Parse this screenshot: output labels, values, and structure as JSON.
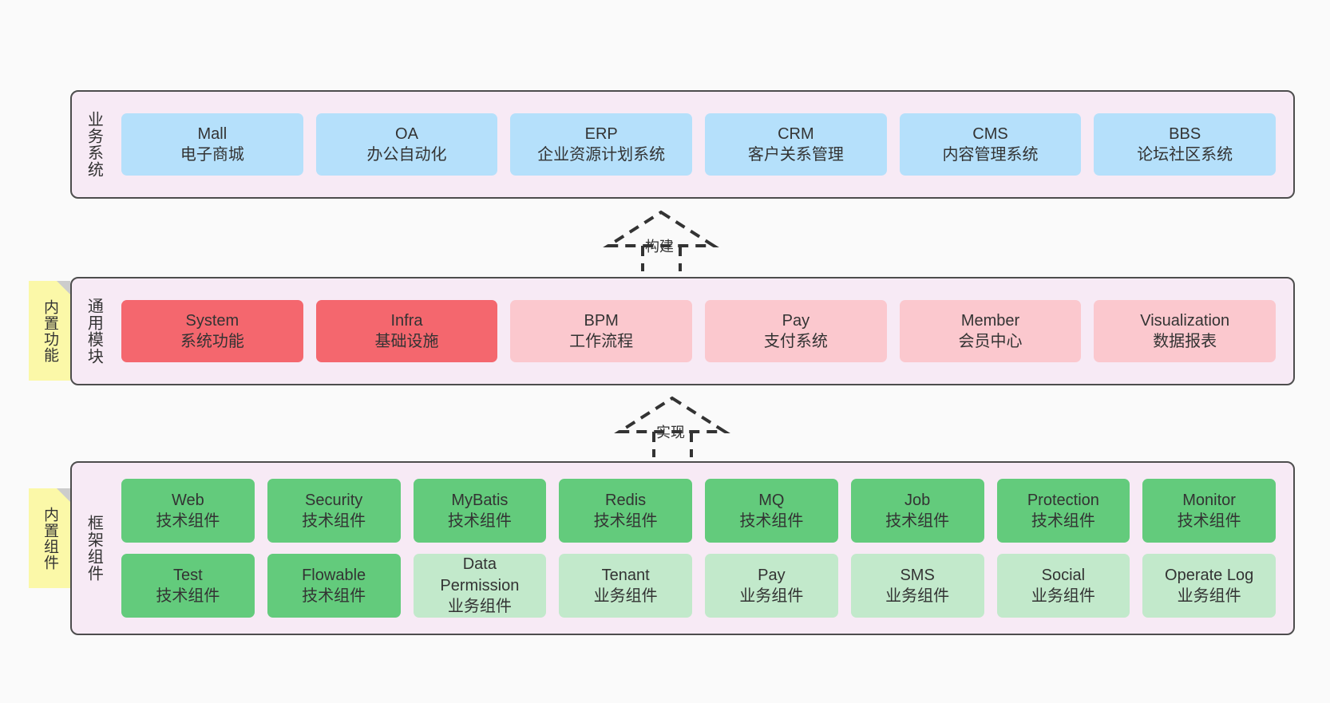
{
  "diagram": {
    "background_color": "#fafafa",
    "panel_color": "#f7eaf5",
    "panel_border_color": "#4d4d4d",
    "sticky_color": "#fbf8a8"
  },
  "layers": [
    {
      "id": "business-systems",
      "title": "业务系统",
      "sticky": null,
      "rows": [
        {
          "boxes": [
            {
              "name": "Mall",
              "desc": "电子商城",
              "color": "#b5e0fb",
              "style": "blue"
            },
            {
              "name": "OA",
              "desc": "办公自动化",
              "color": "#b5e0fb",
              "style": "blue"
            },
            {
              "name": "ERP",
              "desc": "企业资源计划系统",
              "color": "#b5e0fb",
              "style": "blue"
            },
            {
              "name": "CRM",
              "desc": "客户关系管理",
              "color": "#b5e0fb",
              "style": "blue"
            },
            {
              "name": "CMS",
              "desc": "内容管理系统",
              "color": "#b5e0fb",
              "style": "blue"
            },
            {
              "name": "BBS",
              "desc": "论坛社区系统",
              "color": "#b5e0fb",
              "style": "blue"
            }
          ]
        }
      ]
    },
    {
      "id": "common-modules",
      "title": "通用模块",
      "sticky": "内置功能",
      "rows": [
        {
          "boxes": [
            {
              "name": "System",
              "desc": "系统功能",
              "color": "#f4676e",
              "style": "red"
            },
            {
              "name": "Infra",
              "desc": "基础设施",
              "color": "#f4676e",
              "style": "red"
            },
            {
              "name": "BPM",
              "desc": "工作流程",
              "color": "#fbc8ce",
              "style": "pink"
            },
            {
              "name": "Pay",
              "desc": "支付系统",
              "color": "#fbc8ce",
              "style": "pink"
            },
            {
              "name": "Member",
              "desc": "会员中心",
              "color": "#fbc8ce",
              "style": "pink"
            },
            {
              "name": "Visualization",
              "desc": "数据报表",
              "color": "#fbc8ce",
              "style": "pink"
            }
          ]
        }
      ]
    },
    {
      "id": "framework-components",
      "title": "框架组件",
      "sticky": "内置组件",
      "rows": [
        {
          "boxes": [
            {
              "name": "Web",
              "desc": "技术组件",
              "color": "#63cb7c",
              "style": "green"
            },
            {
              "name": "Security",
              "desc": "技术组件",
              "color": "#63cb7c",
              "style": "green"
            },
            {
              "name": "MyBatis",
              "desc": "技术组件",
              "color": "#63cb7c",
              "style": "green"
            },
            {
              "name": "Redis",
              "desc": "技术组件",
              "color": "#63cb7c",
              "style": "green"
            },
            {
              "name": "MQ",
              "desc": "技术组件",
              "color": "#63cb7c",
              "style": "green"
            },
            {
              "name": "Job",
              "desc": "技术组件",
              "color": "#63cb7c",
              "style": "green"
            },
            {
              "name": "Protection",
              "desc": "技术组件",
              "color": "#63cb7c",
              "style": "green"
            },
            {
              "name": "Monitor",
              "desc": "技术组件",
              "color": "#63cb7c",
              "style": "green"
            }
          ]
        },
        {
          "boxes": [
            {
              "name": "Test",
              "desc": "技术组件",
              "color": "#63cb7c",
              "style": "green"
            },
            {
              "name": "Flowable",
              "desc": "技术组件",
              "color": "#63cb7c",
              "style": "green"
            },
            {
              "name": "Data\nPermission",
              "desc": "业务组件",
              "color": "#c2e9cb",
              "style": "lgreen"
            },
            {
              "name": "Tenant",
              "desc": "业务组件",
              "color": "#c2e9cb",
              "style": "lgreen"
            },
            {
              "name": "Pay",
              "desc": "业务组件",
              "color": "#c2e9cb",
              "style": "lgreen"
            },
            {
              "name": "SMS",
              "desc": "业务组件",
              "color": "#c2e9cb",
              "style": "lgreen"
            },
            {
              "name": "Social",
              "desc": "业务组件",
              "color": "#c2e9cb",
              "style": "lgreen"
            },
            {
              "name": "Operate Log",
              "desc": "业务组件",
              "color": "#c2e9cb",
              "style": "lgreen"
            }
          ]
        }
      ]
    }
  ],
  "connectors": [
    {
      "id": "build",
      "label": "构建"
    },
    {
      "id": "implement",
      "label": "实现"
    }
  ]
}
